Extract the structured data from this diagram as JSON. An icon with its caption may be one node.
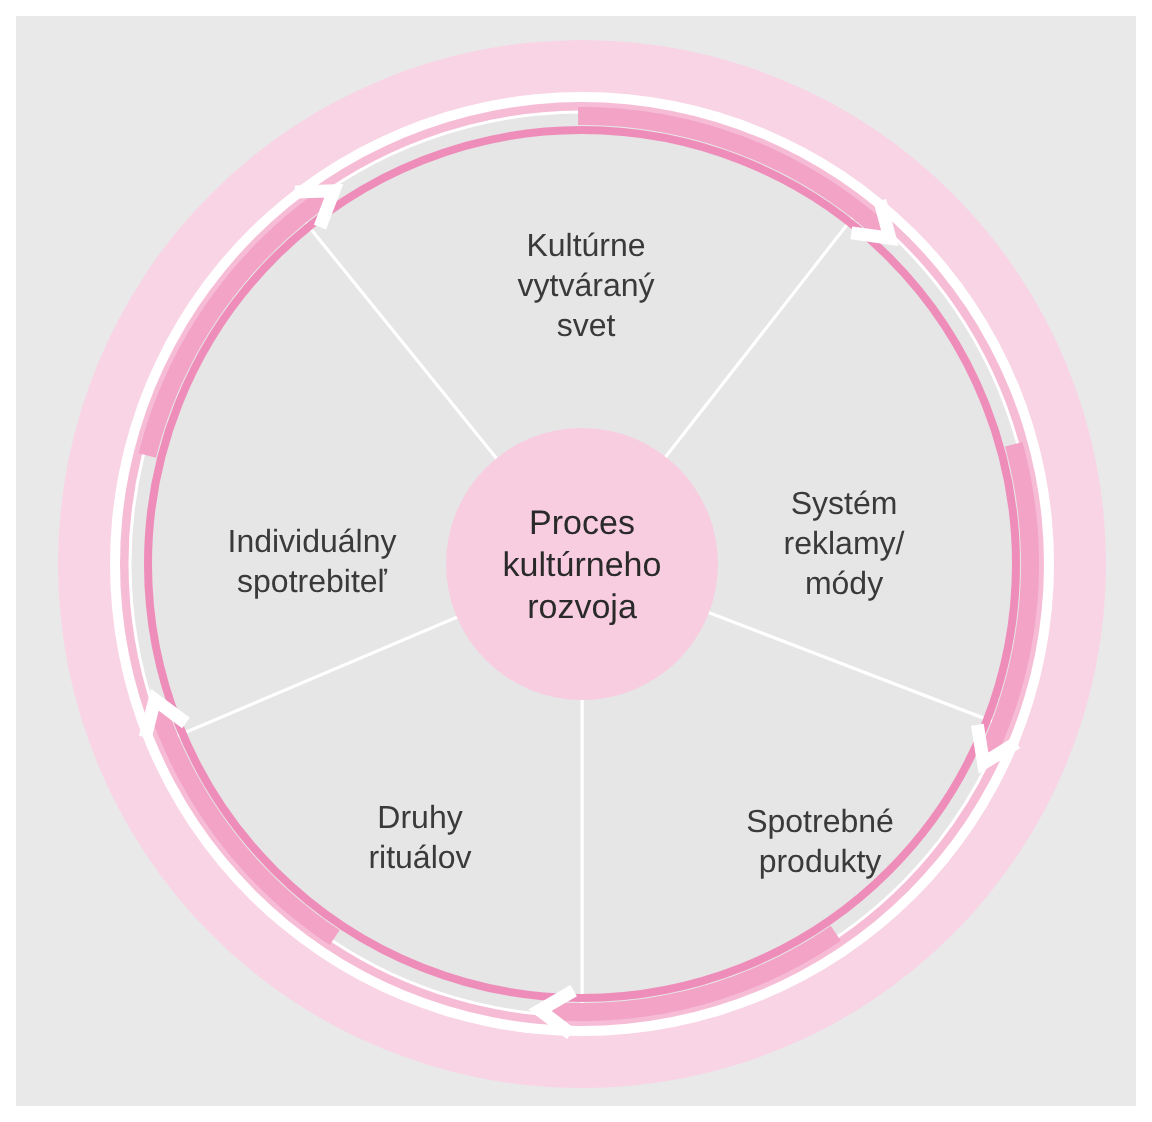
{
  "diagram": {
    "nodes": [
      {
        "text": [
          "Kultúrne vytváraný svet"
        ]
      },
      {
        "text": [
          "Systém reklamy/ módy"
        ]
      },
      {
        "text": [
          "Spotrebné produkty"
        ]
      },
      {
        "text": [
          "Druhy rituálov"
        ]
      },
      {
        "text": [
          "Individuálny spotrebiteľ"
        ]
      },
      {
        "text": [
          "Proces kultúrneho rozvoja"
        ]
      }
    ],
    "edges": [
      {
        "from": 0,
        "to": 1,
        "arrow": "to"
      },
      {
        "from": 1,
        "to": 2,
        "arrow": "to"
      },
      {
        "from": 2,
        "to": 3,
        "arrow": "to"
      },
      {
        "from": 3,
        "to": 4,
        "arrow": "to"
      },
      {
        "from": 4,
        "to": 0,
        "arrow": "to"
      }
    ]
  }
}
